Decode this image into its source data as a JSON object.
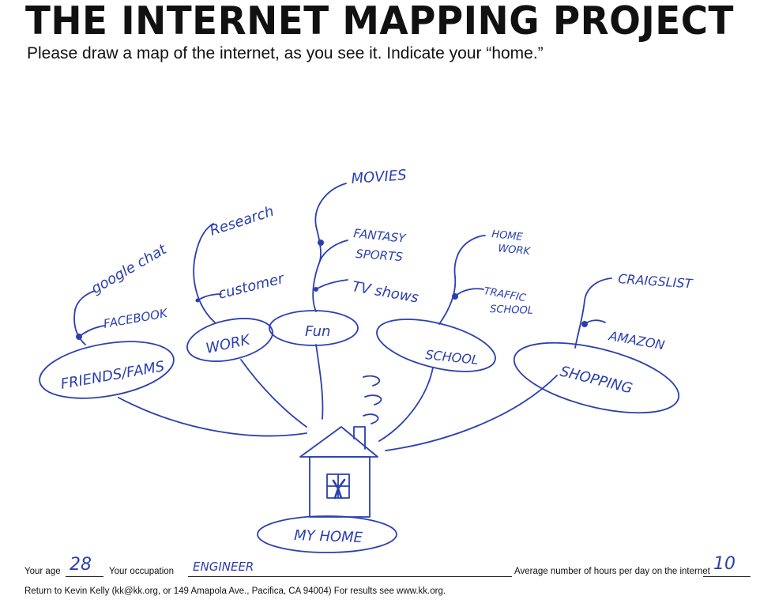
{
  "title": "THE INTERNET MAPPING PROJECT",
  "instructions": "Please draw a map of the internet, as you see it. Indicate your “home.”",
  "map": {
    "home_label": "MY HOME",
    "bubbles": {
      "friends": "FRIENDS/FAMS",
      "work": "WORK",
      "fun": "Fun",
      "school": "SCHOOL",
      "shopping": "SHOPPING"
    },
    "friends_items": [
      "google chat",
      "FACEBOOK"
    ],
    "work_items": [
      "Research",
      "customer"
    ],
    "fun_items": [
      "MOVIES",
      "FANTASY",
      "SPORTS",
      "TV shows"
    ],
    "school_items": [
      "HOME",
      "WORK",
      "TRAFFIC",
      "SCHOOL"
    ],
    "shopping_items": [
      "CRAIGSLIST",
      "AMAZON"
    ]
  },
  "form": {
    "age_label": "Your age",
    "age_value": "28",
    "occupation_label": "Your occupation",
    "occupation_value": "ENGINEER",
    "hours_label": "Average number of hours per day on the internet",
    "hours_value": "10",
    "footer": "Return to Kevin Kelly (kk@kk.org, or 149 Amapola Ave., Pacifica, CA 94004) For results see www.kk.org."
  },
  "colors": {
    "ink": "#2a3fb0",
    "print": "#111111"
  }
}
